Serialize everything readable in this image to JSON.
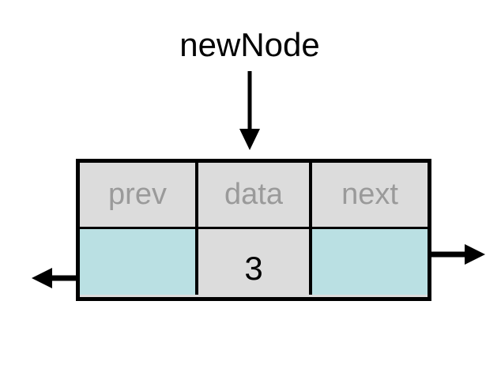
{
  "diagram": {
    "title": "newNode",
    "kind": "doubly-linked-list-node",
    "pointer_arrow": {
      "name": "newNode-pointer-arrow",
      "direction": "down"
    },
    "node": {
      "fields": [
        {
          "key": "prev",
          "label": "prev",
          "value": "",
          "cell_color": "#bae0e3"
        },
        {
          "key": "data",
          "label": "data",
          "value": "3",
          "cell_color": "#dcdcdc"
        },
        {
          "key": "next",
          "label": "next",
          "value": "",
          "cell_color": "#bae0e3"
        }
      ],
      "header_text_color": "#9a9a9a",
      "header_bg_color": "#dcdcdc",
      "border_color": "#000000"
    },
    "link_arrows": [
      {
        "name": "prev-link-arrow",
        "from_field": "prev",
        "direction": "left"
      },
      {
        "name": "next-link-arrow",
        "from_field": "next",
        "direction": "right"
      }
    ],
    "colors": {
      "background": "#ffffff",
      "pointer_cell": "#bae0e3",
      "header_cell": "#dcdcdc",
      "data_cell": "#dcdcdc",
      "stroke": "#000000",
      "label_gray": "#9a9a9a"
    }
  }
}
